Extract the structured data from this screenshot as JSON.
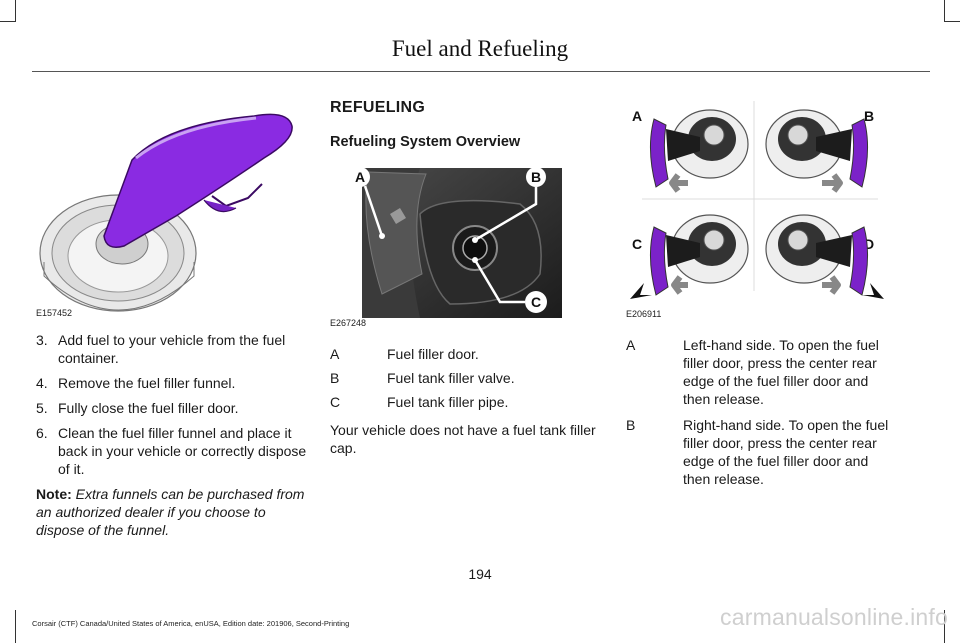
{
  "header": {
    "title": "Fuel and Refueling"
  },
  "left": {
    "figure_code": "E157452",
    "steps": [
      {
        "num": "3.",
        "text": "Add fuel to your vehicle from the fuel container."
      },
      {
        "num": "4.",
        "text": "Remove the fuel filler funnel."
      },
      {
        "num": "5.",
        "text": "Fully close the fuel filler door."
      },
      {
        "num": "6.",
        "text": "Clean the fuel filler funnel and place it back in your vehicle or correctly dispose of it."
      }
    ],
    "note_label": "Note:",
    "note_text": "Extra funnels can be purchased from an authorized dealer if you choose to dispose of the funnel."
  },
  "middle": {
    "section_title": "REFUELING",
    "subsection_title": "Refueling System Overview",
    "figure_code": "E267248",
    "figure_callouts": [
      "A",
      "B",
      "C"
    ],
    "legend": [
      {
        "key": "A",
        "text": "Fuel filler door."
      },
      {
        "key": "B",
        "text": "Fuel tank filler valve."
      },
      {
        "key": "C",
        "text": "Fuel tank filler pipe."
      }
    ],
    "paragraph": "Your vehicle does not have a fuel tank filler cap."
  },
  "right": {
    "figure_code": "E206911",
    "figure_callouts": [
      "A",
      "B",
      "C",
      "D"
    ],
    "legend": [
      {
        "key": "A",
        "text": "Left-hand side. To open the fuel filler door, press the center rear edge of the fuel filler door and then release."
      },
      {
        "key": "B",
        "text": "Right-hand side. To open the fuel filler door, press the center rear edge of the fuel filler door and then release."
      }
    ]
  },
  "page_number": "194",
  "footer": "Corsair (CTF) Canada/United States of America, enUSA, Edition date: 201906, Second-Printing",
  "watermark": "carmanualsonline.info",
  "colors": {
    "funnel_purple": "#8a2be2",
    "photo_dark": "#2a2a2a"
  }
}
